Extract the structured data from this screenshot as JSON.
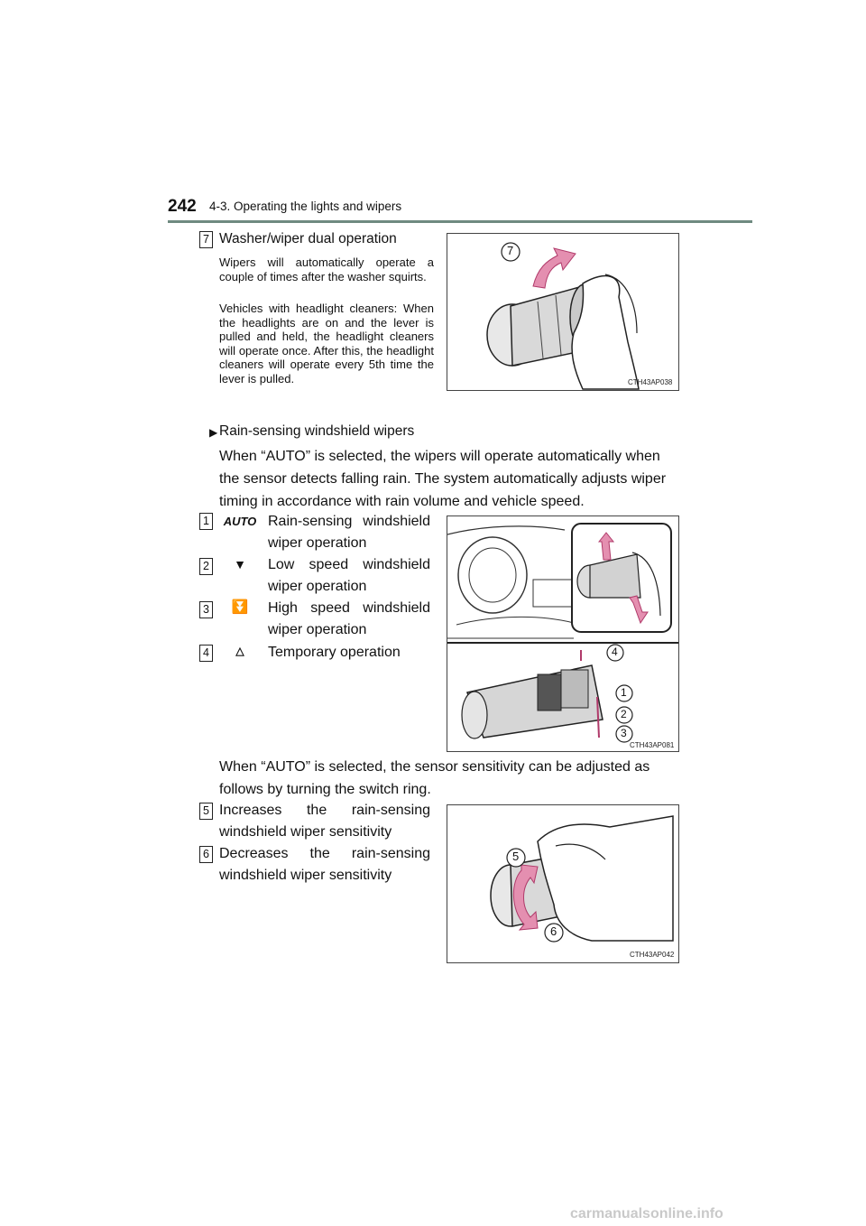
{
  "header": {
    "page_number": "242",
    "section": "4-3. Operating the lights and wipers"
  },
  "dual": {
    "badge": "7",
    "title": "Washer/wiper dual operation",
    "para1": "Wipers will automatically operate a couple of times after the washer squirts.",
    "para2": "Vehicles with headlight cleaners: When the headlights are on and the lever is pulled and held, the headlight cleaners will operate once. After this, the headlight cleaners will operate every 5th time the lever is pulled.",
    "figure_code": "CTH43AP038",
    "figure_callout": "7"
  },
  "rain": {
    "heading": "Rain-sensing windshield wipers",
    "intro": "When “AUTO” is selected, the wipers will operate automatically when the sensor detects falling rain. The system automatically adjusts wiper timing in accordance with rain volume and vehicle speed.",
    "items": [
      {
        "badge": "1",
        "symbol": "AUTO",
        "label": "Rain-sensing windshield wiper operation"
      },
      {
        "badge": "2",
        "symbol": "▼",
        "label": "Low speed windshield wiper operation"
      },
      {
        "badge": "3",
        "symbol": "⏬",
        "label": "High speed windshield wiper operation"
      },
      {
        "badge": "4",
        "symbol": "△",
        "label": "Temporary operation"
      }
    ],
    "figure_code": "CTH43AP081",
    "figure_callouts": [
      "4",
      "1",
      "2",
      "3"
    ]
  },
  "sensitivity": {
    "intro": "When “AUTO” is selected, the sensor sensitivity can be adjusted as follows by turning the switch ring.",
    "items": [
      {
        "badge": "5",
        "label": "Increases the rain-sensing windshield wiper sensitivity"
      },
      {
        "badge": "6",
        "label": "Decreases the rain-sensing windshield wiper sensitivity"
      }
    ],
    "figure_code": "CTH43AP042",
    "figure_callouts": [
      "5",
      "6"
    ]
  },
  "watermark": "carmanualsonline.info",
  "colors": {
    "rule": "#6f8a80",
    "arrow": "#e48fb0",
    "arrow_edge": "#b03a6a"
  }
}
